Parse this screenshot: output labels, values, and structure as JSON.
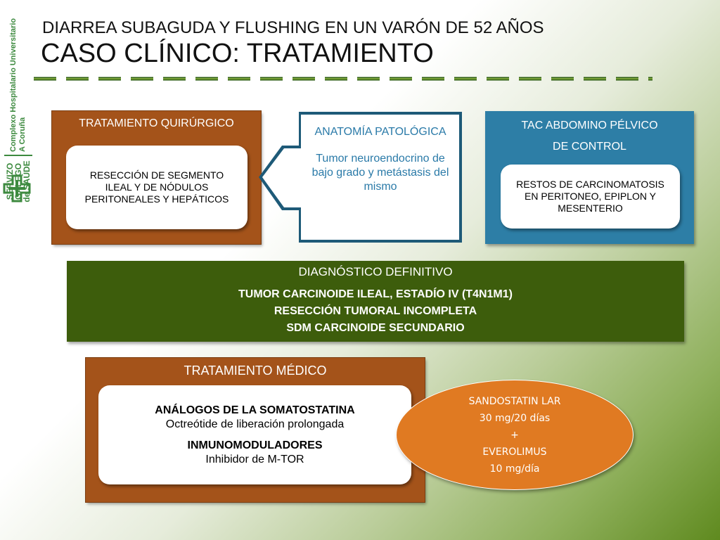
{
  "logo": {
    "line1": "SERVIZO",
    "line2": "GALEGO",
    "line3": "de SAÚDE",
    "line4": "Complexo Hospitalario Universitario",
    "line5": "A Coruña",
    "icon": "health-cross-icon"
  },
  "header": {
    "subtitle": "DIARREA SUBAGUDA Y FLUSHING EN UN VARÓN DE 52 AÑOS",
    "title": "CASO CLÍNICO: TRATAMIENTO"
  },
  "surgical": {
    "heading": "TRATAMIENTO QUIRÚRGICO",
    "detail": "RESECCIÓN DE SEGMENTO ILEAL Y DE NÓDULOS PERITONEALES Y HEPÁTICOS"
  },
  "pathology": {
    "heading": "ANATOMÍA PATOLÓGICA",
    "detail": "Tumor neuroendocrino de bajo grado y metástasis del mismo"
  },
  "ct": {
    "heading_line1": "TAC ABDOMINO PÉLVICO",
    "heading_line2": "DE CONTROL",
    "detail": "RESTOS DE CARCINOMATOSIS EN PERITONEO, EPIPLON Y MESENTERIO"
  },
  "diagnosis": {
    "heading": "DIAGNÓSTICO DEFINITIVO",
    "line1": "TUMOR CARCINOIDE ILEAL, ESTADÍO IV (T4N1M1)",
    "line2": "RESECCIÓN TUMORAL INCOMPLETA",
    "line3": "SDM CARCINOIDE SECUNDARIO"
  },
  "medical": {
    "heading": "TRATAMIENTO MÉDICO",
    "item1_title": "ANÁLOGOS DE LA SOMATOSTATINA",
    "item1_detail": "Octreótide de liberación prolongada",
    "item2_title": "INMUNOMODULADORES",
    "item2_detail": "Inhibidor de M-TOR"
  },
  "dosage": {
    "line1": "SANDOSTATIN LAR",
    "line2": "30 mg/20 días",
    "line3": "+",
    "line4": "EVEROLIMUS",
    "line5": "10 mg/día"
  },
  "colors": {
    "orange_box": "#a4531a",
    "blue_box": "#2d7ea6",
    "green_box": "#3d5d0c",
    "ellipse": "#e07a22",
    "pathology_text": "#2a7aa8",
    "logo_green": "#3d8a3f"
  }
}
